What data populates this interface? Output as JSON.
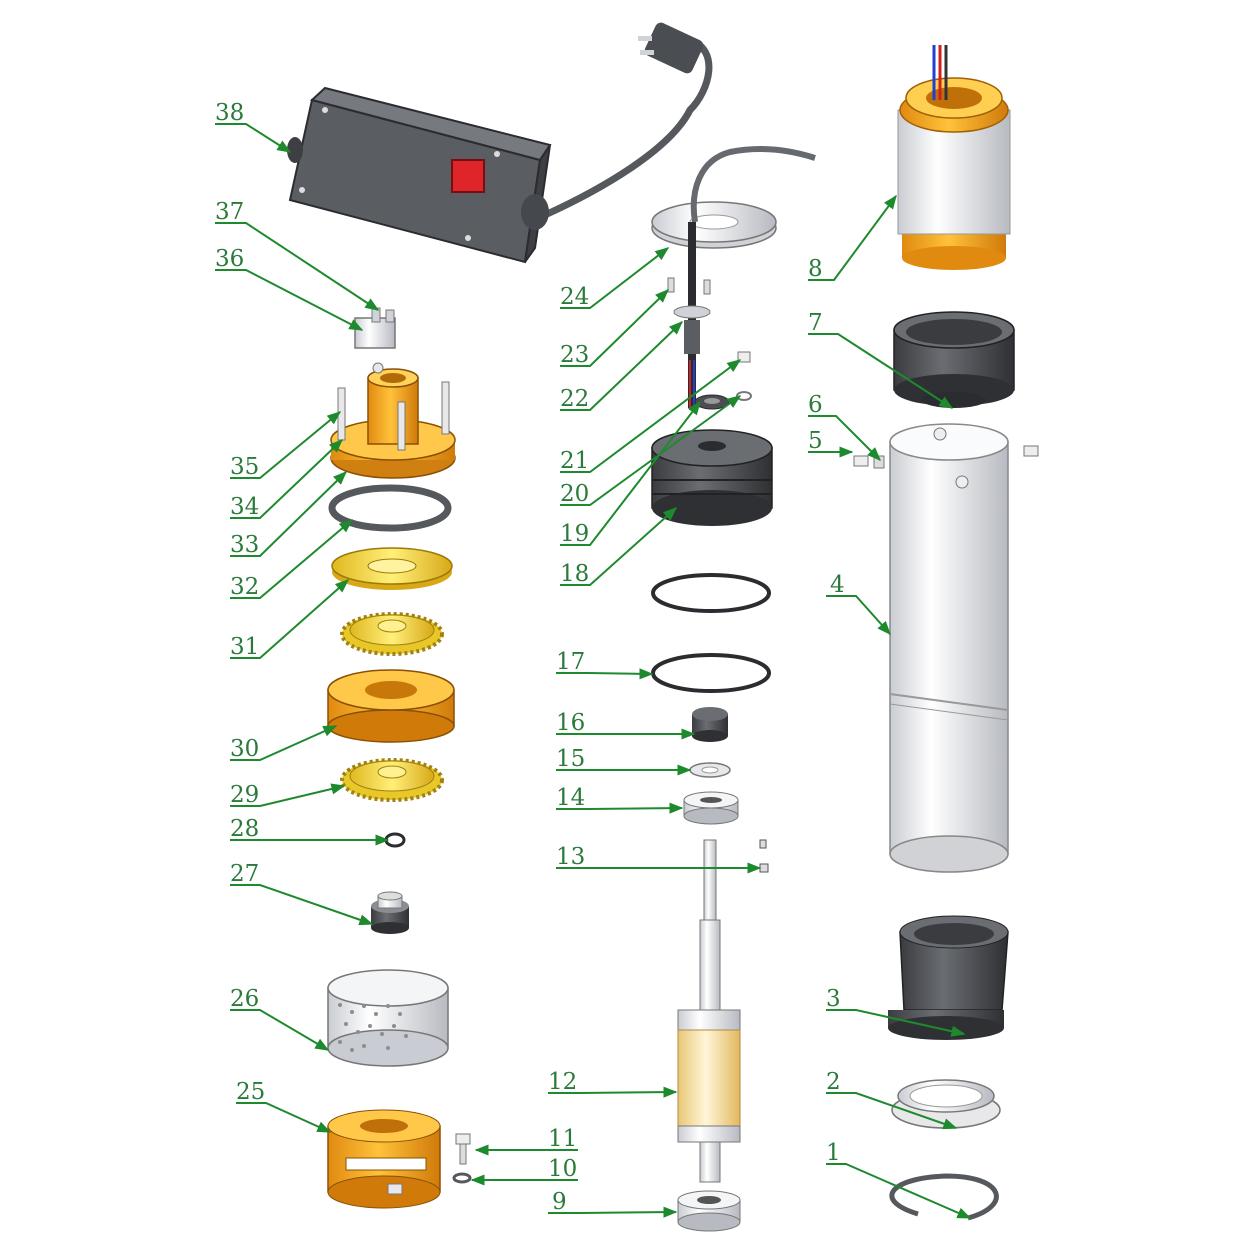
{
  "diagram": {
    "type": "exploded parts diagram",
    "subject": "submersible pump",
    "label_color": "#2a7a3a",
    "leader_color": "#1e8a2e",
    "part_colors": {
      "dark": "#4a4d52",
      "orange": "#f2a21c",
      "yellow": "#f5d84a",
      "silver": "#e8eaee",
      "red": "#e0252a"
    },
    "callouts": [
      "1",
      "2",
      "3",
      "4",
      "5",
      "6",
      "7",
      "8",
      "9",
      "10",
      "11",
      "12",
      "13",
      "14",
      "15",
      "16",
      "17",
      "18",
      "19",
      "20",
      "21",
      "22",
      "23",
      "24",
      "25",
      "26",
      "27",
      "28",
      "29",
      "30",
      "31",
      "32",
      "33",
      "34",
      "35",
      "36",
      "37",
      "38"
    ]
  }
}
